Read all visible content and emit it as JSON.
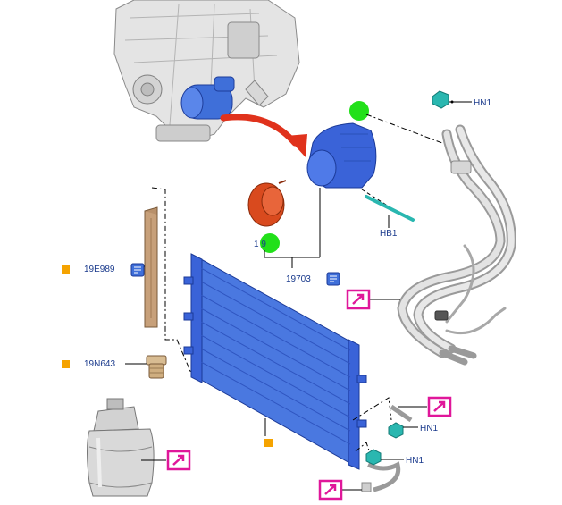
{
  "labels": {
    "hn1_top": "HN1",
    "hb1": "HB1",
    "part_19703": "19703",
    "part_19e989": "19E989",
    "part_19n643": "19N643",
    "hn1_mid": "HN1",
    "hn1_bottom": "HN1",
    "part_1_9": "1   9"
  },
  "colors": {
    "accent_blue": "#3f6fd9",
    "compressor_blue": "#3a63d8",
    "clutch_orange": "#d94a1e",
    "arrow_red": "#e0321c",
    "marker_green": "#22e01a",
    "marker_orange": "#f5a300",
    "callout_magenta": "#e0179a",
    "hose_teal": "#2ab7b0",
    "label_text": "#1a3a8c"
  },
  "icons": {
    "callout": "magenta-arrow-callout-icon",
    "note": "blue-note-icon",
    "marker": "orange-square-marker"
  }
}
